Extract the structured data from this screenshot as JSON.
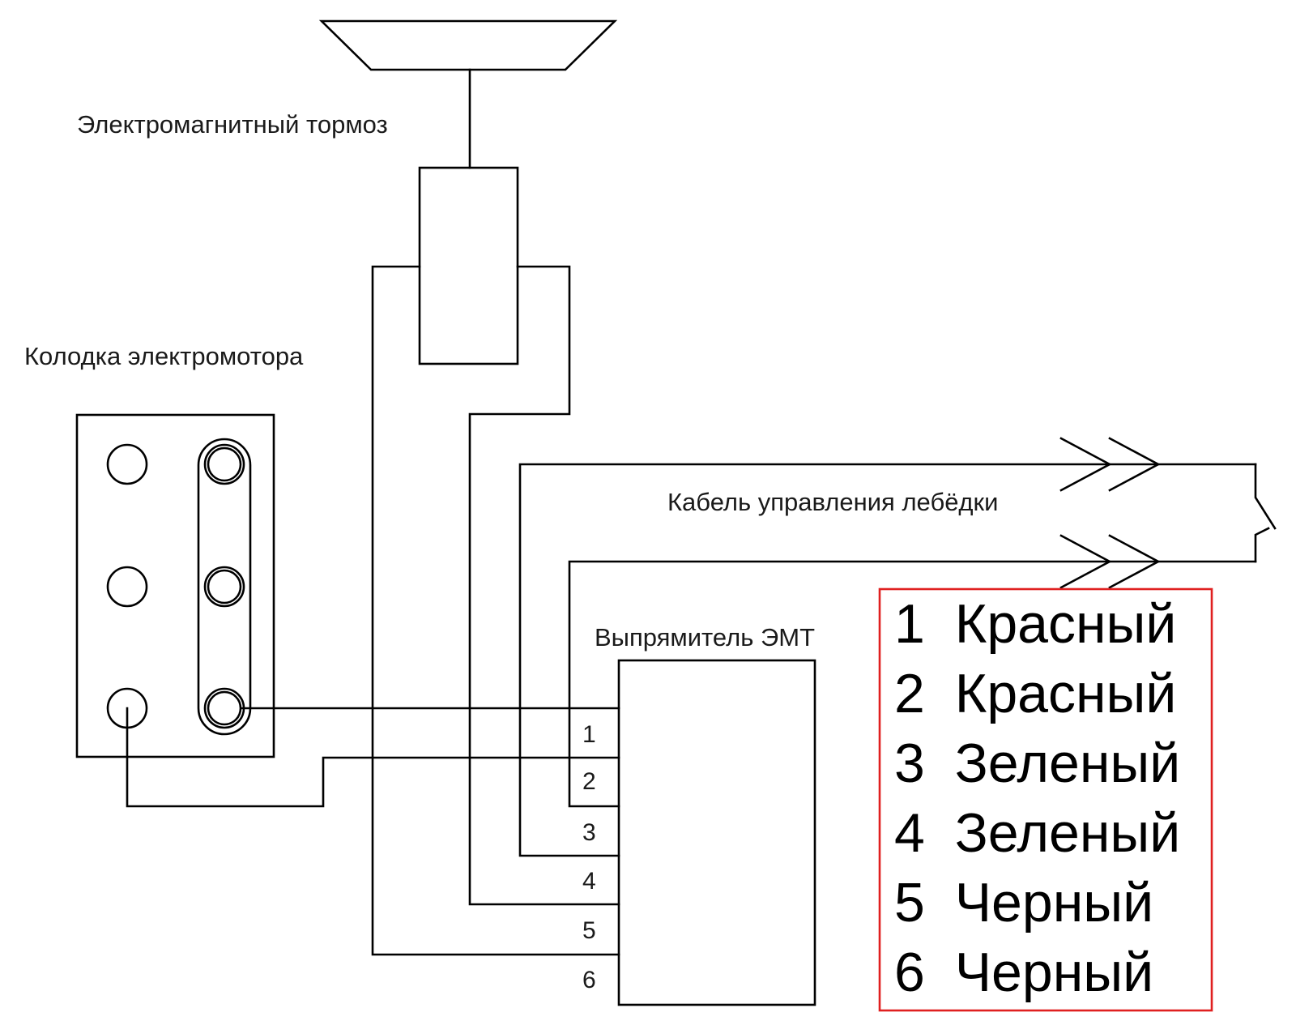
{
  "labels": {
    "brake": "Электромагнитный тормоз",
    "motor_block": "Колодка электромотора",
    "control_cable": "Кабель управления лебёдки",
    "rectifier": "Выпрямитель ЭМТ"
  },
  "rectifier_pins": [
    "1",
    "2",
    "3",
    "4",
    "5",
    "6"
  ],
  "legend": {
    "border_color": "#e02020",
    "items": [
      {
        "number": "1",
        "color_name": "Красный"
      },
      {
        "number": "2",
        "color_name": "Красный"
      },
      {
        "number": "3",
        "color_name": "Зеленый"
      },
      {
        "number": "4",
        "color_name": "Зеленый"
      },
      {
        "number": "5",
        "color_name": "Черный"
      },
      {
        "number": "6",
        "color_name": "Черный"
      }
    ]
  }
}
